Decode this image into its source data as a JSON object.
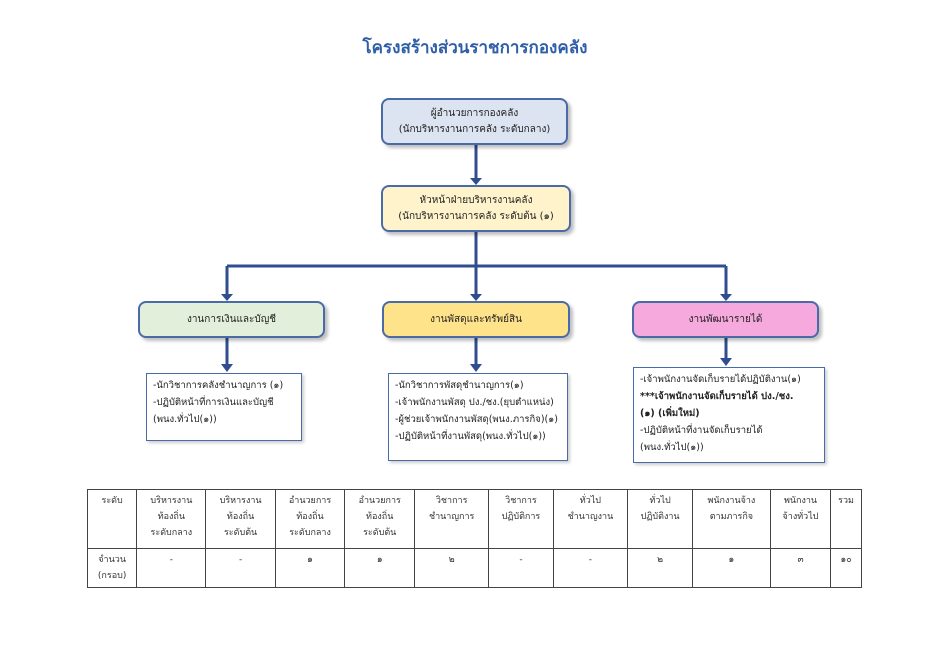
{
  "title": "โครงสร้างส่วนราชการกองคลัง",
  "director": {
    "line1": "ผู้อำนวยการกองคลัง",
    "line2": "(นักบริหารงานการคลัง ระดับกลาง)"
  },
  "head": {
    "line1": "หัวหน้าฝ่ายบริหารงานคลัง",
    "line2": "(นักบริหารงานการคลัง ระดับต้น (๑)"
  },
  "units": [
    {
      "label": "งานการเงินและบัญชี",
      "duties": [
        "-นักวิชาการคลังชำนาญการ (๑)",
        "-ปฏิบัติหน้าที่การเงินและบัญชี",
        "(พนง.ทั่วไป(๑))"
      ]
    },
    {
      "label": "งานพัสดุและทรัพย์สิน",
      "duties": [
        "-นักวิชาการพัสดุชำนาญการ(๑)",
        "-เจ้าพนักงานพัสดุ ปง./ชง.(ยุบตำแหน่ง)",
        "-ผู้ช่วยเจ้าพนักงานพัสดุ(พนง.ภารกิจ)(๑)",
        "-ปฏิบัติหน้าที่งานพัสดุ(พนง.ทั่วไป(๑))"
      ]
    },
    {
      "label": "งานพัฒนารายได้",
      "duties": [
        "-เจ้าพนักงานจัดเก็บรายได้ปฏิบัติงาน(๑)",
        "***เจ้าพนักงานจัดเก็บรายได้ ปง./ชง.",
        "(๑) (เพิ่มใหม่)",
        "-ปฏิบัติหน้าที่งานจัดเก็บรายได้",
        "(พนง.ทั่วไป(๑))"
      ]
    }
  ],
  "table": {
    "header": [
      [
        "ระดับ"
      ],
      [
        "บริหารงาน",
        "ท้องถิ่น",
        "ระดับกลาง"
      ],
      [
        "บริหารงาน",
        "ท้องถิ่น",
        "ระดับต้น"
      ],
      [
        "อำนวยการ",
        "ท้องถิ่น",
        "ระดับกลาง"
      ],
      [
        "อำนวยการ",
        "ท้องถิ่น",
        "ระดับต้น"
      ],
      [
        "วิชาการ",
        "ชำนาญการ"
      ],
      [
        "วิชาการ",
        "ปฏิบัติการ"
      ],
      [
        "ทั่วไป",
        "ชำนาญงาน"
      ],
      [
        "ทั่วไป",
        "ปฏิบัติงาน"
      ],
      [
        "พนักงานจ้าง",
        "ตามภารกิจ"
      ],
      [
        "พนักงาน",
        "จ้างทั่วไป"
      ],
      [
        "รวม"
      ]
    ],
    "row": [
      [
        "จำนวน",
        "(กรอบ)"
      ],
      [
        "-"
      ],
      [
        "-"
      ],
      [
        "๑"
      ],
      [
        "๑"
      ],
      [
        "๒"
      ],
      [
        "-"
      ],
      [
        "-"
      ],
      [
        "๒"
      ],
      [
        "๑"
      ],
      [
        "๓"
      ],
      [
        "๑๐"
      ]
    ]
  }
}
